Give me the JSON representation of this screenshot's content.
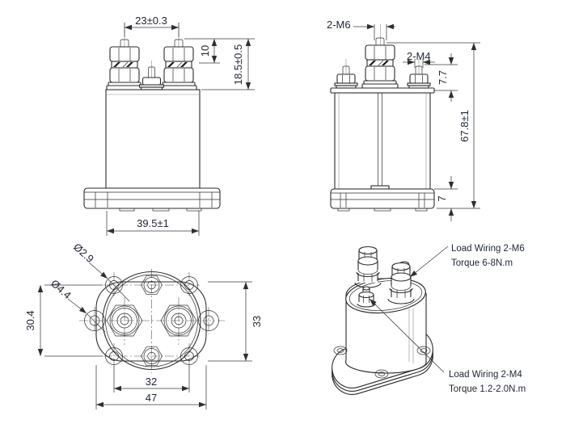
{
  "colors": {
    "background": "#ffffff",
    "line": "#2b2b2b",
    "dimension_line": "#3a3a3a",
    "text": "#1d2433"
  },
  "front_view": {
    "dim_terminal_pitch": "23±0.3",
    "dim_stud_height": "10",
    "dim_head_height": "18.5±0.5",
    "dim_body_width": "39.5±1"
  },
  "side_view": {
    "thread_main": "2-M6",
    "thread_aux": "2-M4",
    "dim_aux_height": "7.7",
    "dim_total_height": "67.8±1",
    "dim_flange_height": "7"
  },
  "top_view": {
    "dim_hole_small": "Ø2.9",
    "dim_hole_large": "Ø4.4",
    "dim_hole_pitch_vertical": "30.4",
    "dim_flange_depth": "33",
    "dim_hole_pitch_horizontal": "32",
    "dim_flange_width": "47"
  },
  "iso_view": {
    "callout_m6_line1": "Load Wiring 2-M6",
    "callout_m6_line2": "Torque 6-8N.m",
    "callout_m4_line1": "Load Wiring 2-M4",
    "callout_m4_line2": "Torque 1.2-2.0N.m"
  }
}
